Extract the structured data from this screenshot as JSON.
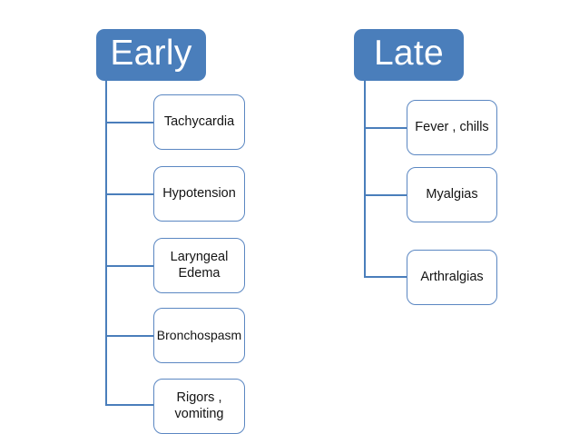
{
  "diagram": {
    "title_left": "Early",
    "title_right": "Late",
    "accent_color": "#4a7ebb",
    "box_border_color": "#5b87c2",
    "background_color": "#ffffff",
    "text_color": "#141414",
    "branches": [
      {
        "id": "early",
        "label": "Early",
        "items": [
          {
            "label": "Tachycardia"
          },
          {
            "label": "Hypotension"
          },
          {
            "label": "Laryngeal Edema"
          },
          {
            "label": "Bronchospasm"
          },
          {
            "label": "Rigors , vomiting"
          }
        ]
      },
      {
        "id": "late",
        "label": "Late",
        "items": [
          {
            "label": "Fever , chills"
          },
          {
            "label": "Myalgias"
          },
          {
            "label": "Arthralgias"
          }
        ]
      }
    ]
  }
}
